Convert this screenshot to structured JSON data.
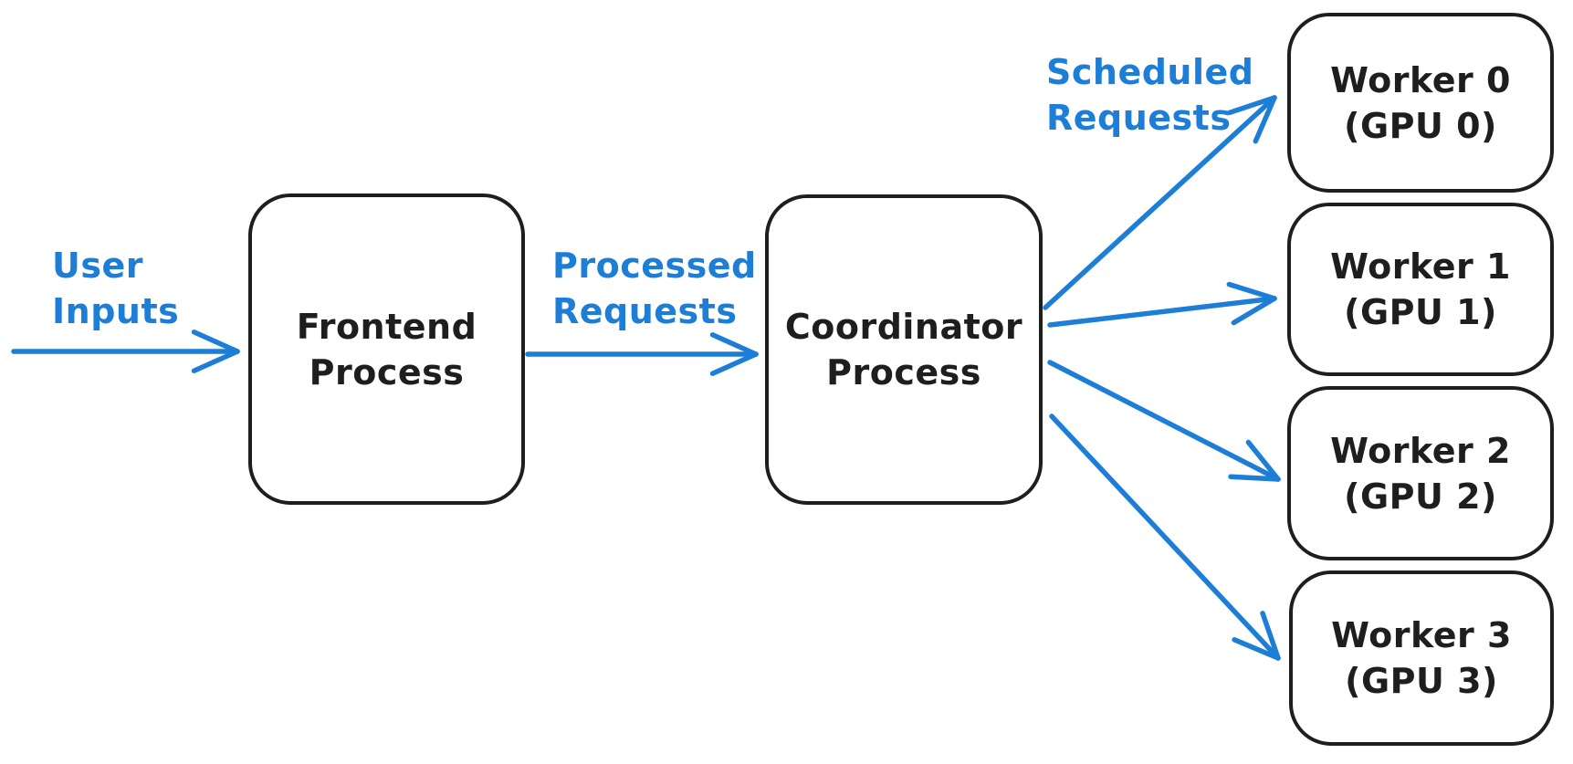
{
  "colors": {
    "accent": "#1c7ed6",
    "stroke": "#1e1e1e",
    "background": "#ffffff"
  },
  "nodes": {
    "frontend": {
      "line1": "Frontend",
      "line2": "Process"
    },
    "coordinator": {
      "line1": "Coordinator",
      "line2": "Process"
    },
    "worker0": {
      "line1": "Worker 0",
      "line2": "(GPU 0)"
    },
    "worker1": {
      "line1": "Worker 1",
      "line2": "(GPU 1)"
    },
    "worker2": {
      "line1": "Worker 2",
      "line2": "(GPU 2)"
    },
    "worker3": {
      "line1": "Worker 3",
      "line2": "(GPU 3)"
    }
  },
  "labels": {
    "user_inputs": {
      "line1": "User",
      "line2": "Inputs"
    },
    "processed_requests": {
      "line1": "Processed",
      "line2": "Requests"
    },
    "scheduled_requests": {
      "line1": "Scheduled",
      "line2": "Requests"
    }
  }
}
